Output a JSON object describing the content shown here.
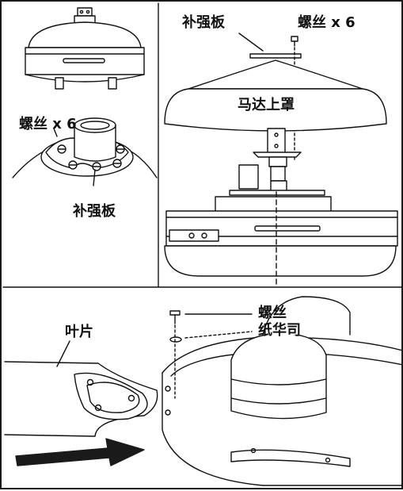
{
  "labels": {
    "reinforce_plate_top": "补强板",
    "screws_x6_top": "螺丝 x 6",
    "motor_cover": "马达上罩",
    "screws_x6_left": "螺丝 x 6",
    "reinforce_plate_left": "补强板",
    "screw": "螺丝",
    "fiber_washer": "纸华司",
    "blade": "叶片"
  },
  "colors": {
    "stroke": "#111111",
    "background": "#ffffff",
    "arrow": "#1a1a1a"
  }
}
